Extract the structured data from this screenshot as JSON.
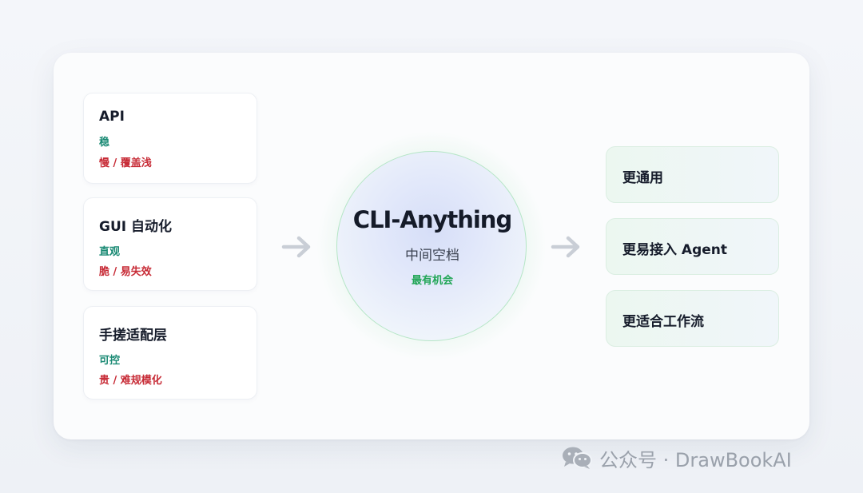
{
  "sources": [
    {
      "title": "API",
      "pro": "稳",
      "con": "慢 / 覆盖浅"
    },
    {
      "title": "GUI 自动化",
      "pro": "直观",
      "con": "脆 / 易失效"
    },
    {
      "title": "手搓适配层",
      "pro": "可控",
      "con": "贵 / 难规模化"
    }
  ],
  "center": {
    "title": "CLI-Anything",
    "subtitle": "中间空档",
    "note": "最有机会"
  },
  "benefits": [
    {
      "label": "更通用"
    },
    {
      "label": "更易接入 Agent"
    },
    {
      "label": "更适合工作流"
    }
  ],
  "watermark": {
    "icon": "wechat-icon",
    "text": "公众号 · DrawBookAI"
  },
  "colors": {
    "pro": "#1a8a74",
    "con": "#c72a35",
    "highlight": "#22a657",
    "arrow": "#c9ced6"
  }
}
